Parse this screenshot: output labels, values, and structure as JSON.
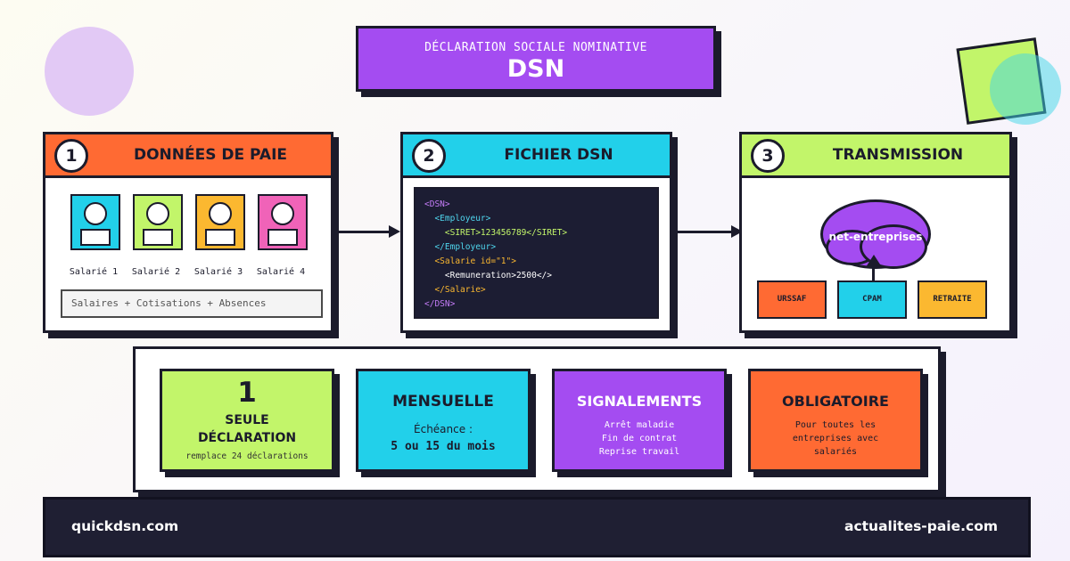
{
  "header": {
    "subtitle": "DÉCLARATION SOCIALE NOMINATIVE",
    "title": "DSN"
  },
  "steps": [
    {
      "number": "1",
      "title": "DONNÉES DE PAIE",
      "color": "#ff6a33"
    },
    {
      "number": "2",
      "title": "FICHIER DSN",
      "color": "#22d0ea"
    },
    {
      "number": "3",
      "title": "TRANSMISSION",
      "color": "#c2f56a"
    }
  ],
  "employees": [
    {
      "label": "Salarié 1",
      "color": "#22d0ea"
    },
    {
      "label": "Salarié 2",
      "color": "#c2f56a"
    },
    {
      "label": "Salarié 3",
      "color": "#fbb830"
    },
    {
      "label": "Salarié 4",
      "color": "#f063b8"
    }
  ],
  "payroll_summary": "Salaires + Cotisations + Absences",
  "code_lines": [
    {
      "text": "<DSN>",
      "color": "#c47cf7"
    },
    {
      "text": "  <Employeur>",
      "color": "#4fd6ee"
    },
    {
      "text": "    <SIRET>123456789</SIRET>",
      "color": "#c2f56a"
    },
    {
      "text": "  </Employeur>",
      "color": "#4fd6ee"
    },
    {
      "text": "  <Salarie id=\"1\">",
      "color": "#fbb830"
    },
    {
      "text": "    <Remuneration>2500</>",
      "color": "#ffffff"
    },
    {
      "text": "  </Salarie>",
      "color": "#fbb830"
    },
    {
      "text": "</DSN>",
      "color": "#c47cf7"
    }
  ],
  "transmission": {
    "hub": "net-entreprises",
    "organizations": [
      {
        "label": "URSSAF",
        "color": "#ff6a33"
      },
      {
        "label": "CPAM",
        "color": "#22d0ea"
      },
      {
        "label": "RETRAITE",
        "color": "#fbb830"
      }
    ]
  },
  "features": [
    {
      "number": "1",
      "title_line1": "SEULE",
      "title_line2": "DÉCLARATION",
      "note": "remplace 24 déclarations",
      "color": "#c2f56a"
    },
    {
      "title": "MENSUELLE",
      "text": "Échéance :",
      "highlight": "5 ou 15 du mois",
      "color": "#22d0ea"
    },
    {
      "title": "SIGNALEMENTS",
      "lines": [
        "Arrêt maladie",
        "Fin de contrat",
        "Reprise travail"
      ],
      "color": "#a44cf1"
    },
    {
      "title": "OBLIGATOIRE",
      "lines": [
        "Pour toutes les",
        "entreprises avec",
        "salariés"
      ],
      "color": "#ff6a33"
    }
  ],
  "footer": {
    "left_link": "quickdsn.com",
    "right_link": "actualites-paie.com"
  },
  "colors": {
    "ink": "#1b1b2b",
    "purple": "#a44cf1",
    "footer_bg": "#1f1f33"
  }
}
